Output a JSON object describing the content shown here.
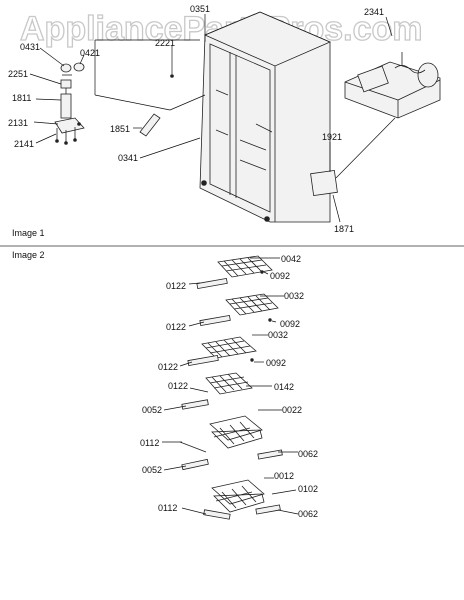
{
  "watermark": "AppliancePartsPros.com",
  "captions": {
    "image1": "Image 1",
    "image2": "Image 2"
  },
  "image1_labels": {
    "p0351": "0351",
    "p2341": "2341",
    "p0431": "0431",
    "p0421": "0421",
    "p2221": "2221",
    "p2251": "2251",
    "p1811": "1811",
    "p2131": "2131",
    "p2141": "2141",
    "p1851": "1851",
    "p0341": "0341",
    "p1921": "1921",
    "p1871": "1871"
  },
  "image2_labels": {
    "p0042": "0042",
    "p0092a": "0092",
    "p0122a": "0122",
    "p0032a": "0032",
    "p0122b": "0122",
    "p0092b": "0092",
    "p0032b": "0032",
    "p0122c": "0122",
    "p0092c": "0092",
    "p0122d": "0122",
    "p0142": "0142",
    "p0052a": "0052",
    "p0022": "0022",
    "p0112a": "0112",
    "p0062a": "0062",
    "p0052b": "0052",
    "p0012": "0012",
    "p0102": "0102",
    "p0112b": "0112",
    "p0062b": "0062"
  }
}
